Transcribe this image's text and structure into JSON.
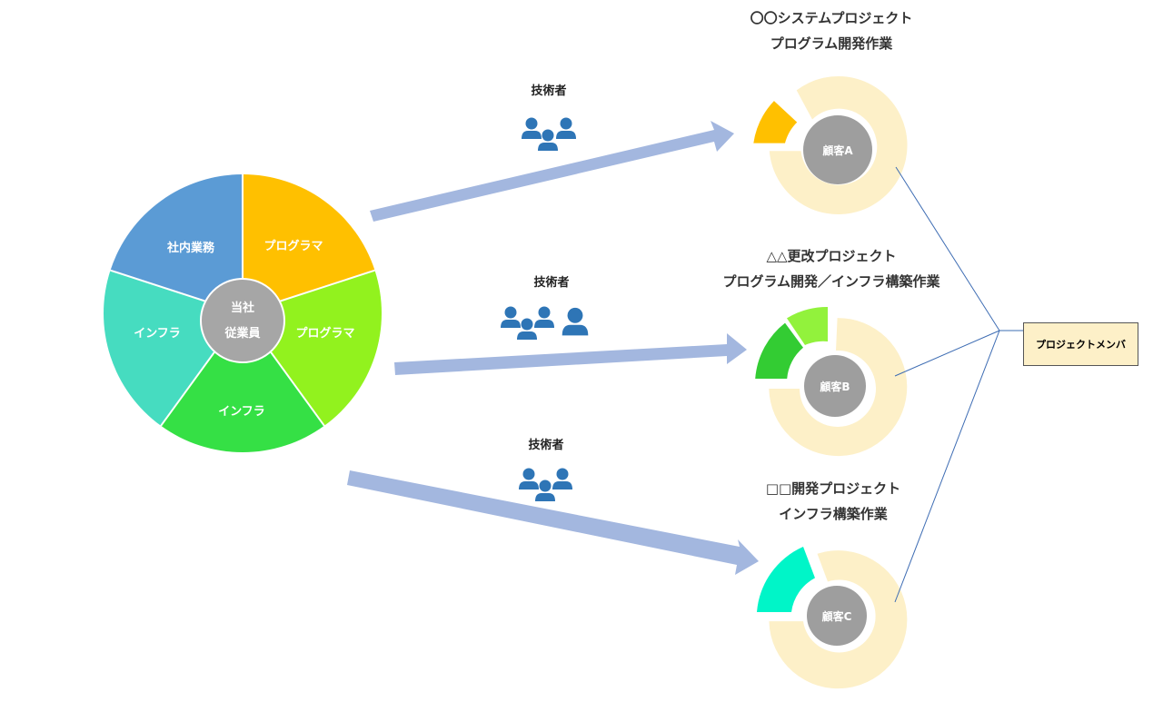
{
  "company": {
    "hub_line1": "当社",
    "hub_line2": "従業員",
    "segments": [
      {
        "label": "プログラマ",
        "color": "#ffc000"
      },
      {
        "label": "プログラマ",
        "color": "#92f21e"
      },
      {
        "label": "インフラ",
        "color": "#35e045"
      },
      {
        "label": "インフラ",
        "color": "#46dcc0"
      },
      {
        "label": "社内業務",
        "color": "#5b9bd5"
      }
    ]
  },
  "assignments": [
    {
      "engineer_label": "技術者",
      "people_icon": "group-of-three-people-icon"
    },
    {
      "engineer_label": "技術者",
      "people_icon": "group-of-three-plus-one-person-icon"
    },
    {
      "engineer_label": "技術者",
      "people_icon": "group-of-three-people-icon"
    }
  ],
  "projects": [
    {
      "title_line1": "〇〇システムプロジェクト",
      "title_line2": "プログラム開発作業",
      "client": "顧客A",
      "segment_colors": [
        "#ffc000"
      ]
    },
    {
      "title_line1": "△△更改プロジェクト",
      "title_line2": "プログラム開発／インフラ構築作業",
      "client": "顧客B",
      "segment_colors": [
        "#33cc33",
        "#92f23c"
      ]
    },
    {
      "title_line1": "□□開発プロジェクト",
      "title_line2": "インフラ構築作業",
      "client": "顧客C",
      "segment_colors": [
        "#00f5c8"
      ]
    }
  ],
  "project_member": {
    "label": "プロジェクトメンバ"
  },
  "colors": {
    "arrow": "#a3b7df",
    "ring": "#fdf0c8",
    "client_center": "#9e9e9e",
    "hub_center": "#a6a6a6",
    "connector": "#3d6cb3",
    "people_icon": "#2e75b6"
  }
}
